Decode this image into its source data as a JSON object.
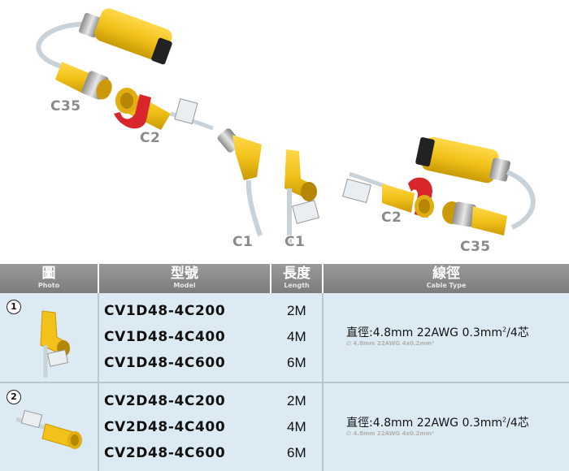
{
  "labels": {
    "c35_left": "C35",
    "c2_left": "C2",
    "c1_a": "C1",
    "c1_b": "C1",
    "c2_right": "C2",
    "c35_right": "C35"
  },
  "table": {
    "headers": {
      "photo_zh": "圖",
      "photo_en": "Photo",
      "model_zh": "型號",
      "model_en": "Model",
      "length_zh": "長度",
      "length_en": "Length",
      "cable_zh": "線徑",
      "cable_en": "Cable Type"
    },
    "rows": [
      {
        "index": "1",
        "models": [
          "CV1D48-4C200",
          "CV1D48-4C400",
          "CV1D48-4C600"
        ],
        "lengths": [
          "2M",
          "4M",
          "6M"
        ],
        "cable_main": "直徑:4.8mm 22AWG 0.3mm",
        "cable_sup": "2",
        "cable_suffix": "/4芯",
        "cable_sub": "∅ 4.8mm 22AWG 4x0.2mm²"
      },
      {
        "index": "2",
        "models": [
          "CV2D48-4C200",
          "CV2D48-4C400",
          "CV2D48-4C600"
        ],
        "lengths": [
          "2M",
          "4M",
          "6M"
        ],
        "cable_main": "直徑:4.8mm 22AWG 0.3mm",
        "cable_sup": "2",
        "cable_suffix": "/4芯",
        "cable_sub": "∅ 4.8mm 22AWG 4x0.2mm²"
      }
    ]
  },
  "colors": {
    "connector_yellow": "#f2c21a",
    "band_red": "#d8262c",
    "row_bg": "#dceaf4",
    "header_bg": "#888888"
  }
}
